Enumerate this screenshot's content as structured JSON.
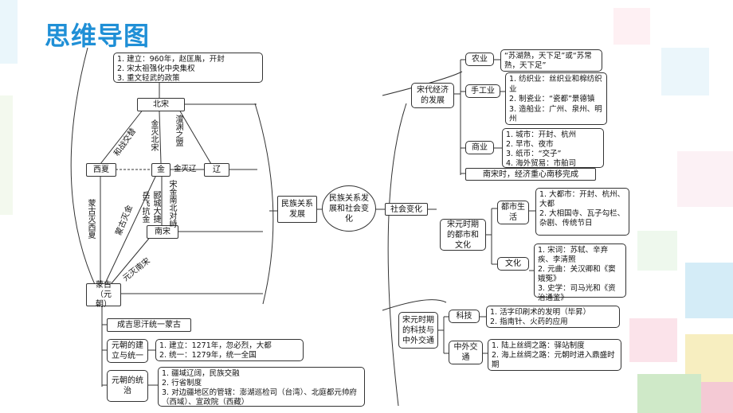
{
  "title": "思维导图",
  "colors": {
    "title": "#1f8fd6",
    "line": "#333333",
    "deco_green": "#b9e3c5",
    "deco_pink": "#f4c9d4",
    "deco_blue": "#c9e7f5",
    "deco_yellow": "#f7eec0"
  },
  "left": {
    "song_info": "1. 建立：960年，赵匡胤，开封\n2. 宋太祖强化中央集权\n3. 重文轻武的政策",
    "bei_song": "北宋",
    "xi_xia": "西夏",
    "jin": "金",
    "liao": "辽",
    "nan_song": "南宋",
    "meng_gu": "蒙古\n（元朝）",
    "label_hezhan": "和战交替",
    "label_jin_mie": "金灭北宋",
    "label_chanyuan": "澶渊之盟",
    "label_jin_mie_liao": "金灭辽",
    "label_yue_fei": "岳飞抗金",
    "label_yancheng": "郾城大捷",
    "label_duizhi": "宋金南北对峙",
    "label_meng_mie_jin": "蒙古灭金",
    "label_meng_mie_xixia": "蒙古灭西夏",
    "label_yuan_mie_nansong": "元灭南宋",
    "minzu": "民族关系发展",
    "center": "民族关系发展和社会变化",
    "chengjisi": "成吉思汗统一蒙古",
    "yuan_jianli": "元朝的建立与统一",
    "yuan_jianli_detail": "1. 建立：1271年，忽必烈，大都\n2. 统一：1279年，统一全国",
    "yuan_tongzhi": "元朝的统治",
    "yuan_tongzhi_detail": "1. 疆域辽阔，民族交融\n2. 行省制度\n3. 对边疆地区的管辖：澎湖巡检司（台湾）、北庭都元帅府（西域）、宣政院（西藏）"
  },
  "right": {
    "shehui": "社会变化",
    "songdai_jingji": "宋代经济的发展",
    "nongye": "农业",
    "nongye_detail": "“苏湖熟，天下足”或“苏常熟，天下足”",
    "shougongye": "手工业",
    "shougongye_detail": "1. 纺织业：丝织业和棉纺织业\n2. 制瓷业：“瓷都”景德镇\n3. 造船业：广州、泉州、明州",
    "shangye": "商业",
    "shangye_detail": "1. 城市：开封、杭州\n2. 早市、夜市\n3. 纸币：“交子”\n4. 海外贸易：市舶司",
    "nanyi": "南宋时，经济重心南移完成",
    "dushi_wenhua": "宋元时期的都市和文化",
    "dushi_shenghuo": "都市生活",
    "dushi_detail": "1. 大都市：开封、杭州、大都\n2. 大相国寺、瓦子勾栏、杂剧、传统节日",
    "wenhua": "文化",
    "wenhua_detail": "1. 宋词：苏轼、辛弃疾、李清照\n2. 元曲：关汉卿和《窦娥冤》\n3. 史学：司马光和《资治通鉴》",
    "keji_jiaotong": "宋元时期的科技与中外交通",
    "keji": "科技",
    "keji_detail": "1. 活字印刷术的发明（毕昇）\n2. 指南针、火药的应用",
    "zhongwai": "中外交通",
    "zhongwai_detail": "1. 陆上丝绸之路：驿站制度\n2. 海上丝绸之路：元朝时进入鼎盛时期"
  }
}
